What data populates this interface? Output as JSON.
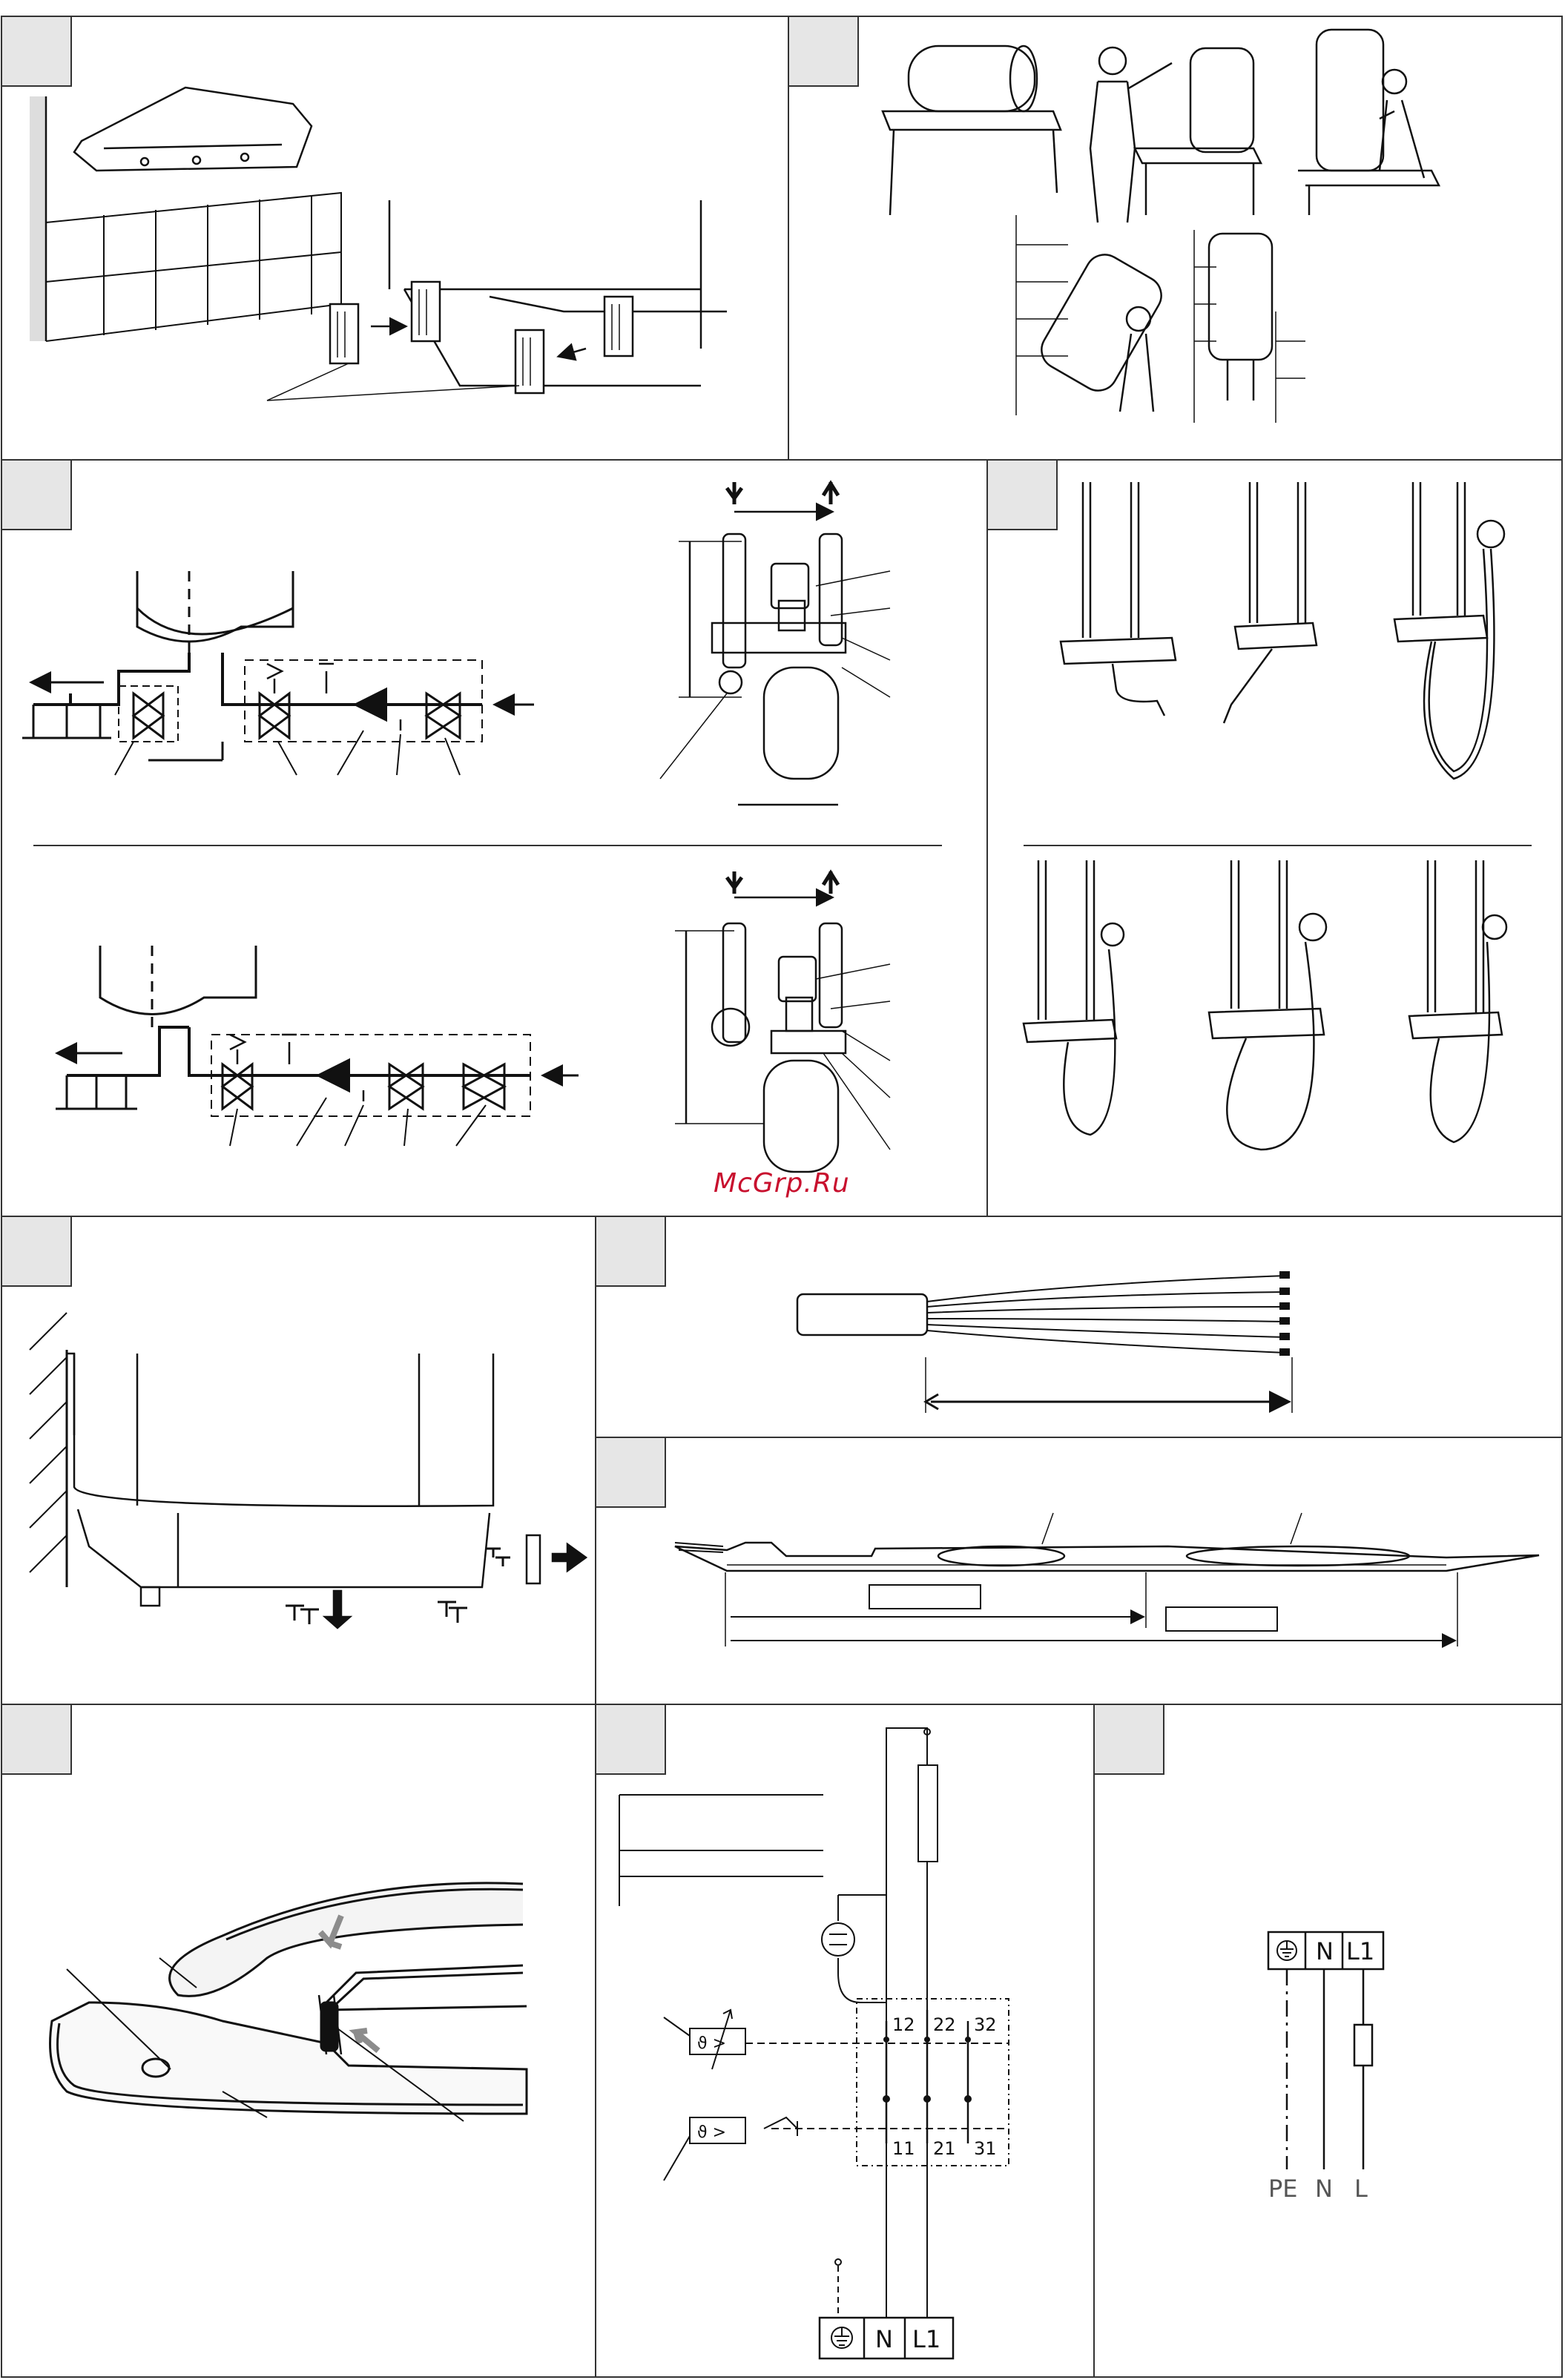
{
  "watermark": "McGrp.Ru",
  "terminal_block": {
    "earth_symbol": "earth-symbol",
    "n": "N",
    "l1": "L1"
  },
  "wiring_legend": {
    "pe": "PE",
    "n": "N",
    "l": "L"
  },
  "thermostat_contacts": {
    "c12": "12",
    "c22": "22",
    "c32": "32",
    "c11": "11",
    "c21": "21",
    "c31": "31"
  },
  "colors": {
    "line": "#111111",
    "frame": "#333333",
    "label_box": "#e6e6e6",
    "arrow_grey": "#8c8c8c",
    "watermark": "#c8102e"
  }
}
